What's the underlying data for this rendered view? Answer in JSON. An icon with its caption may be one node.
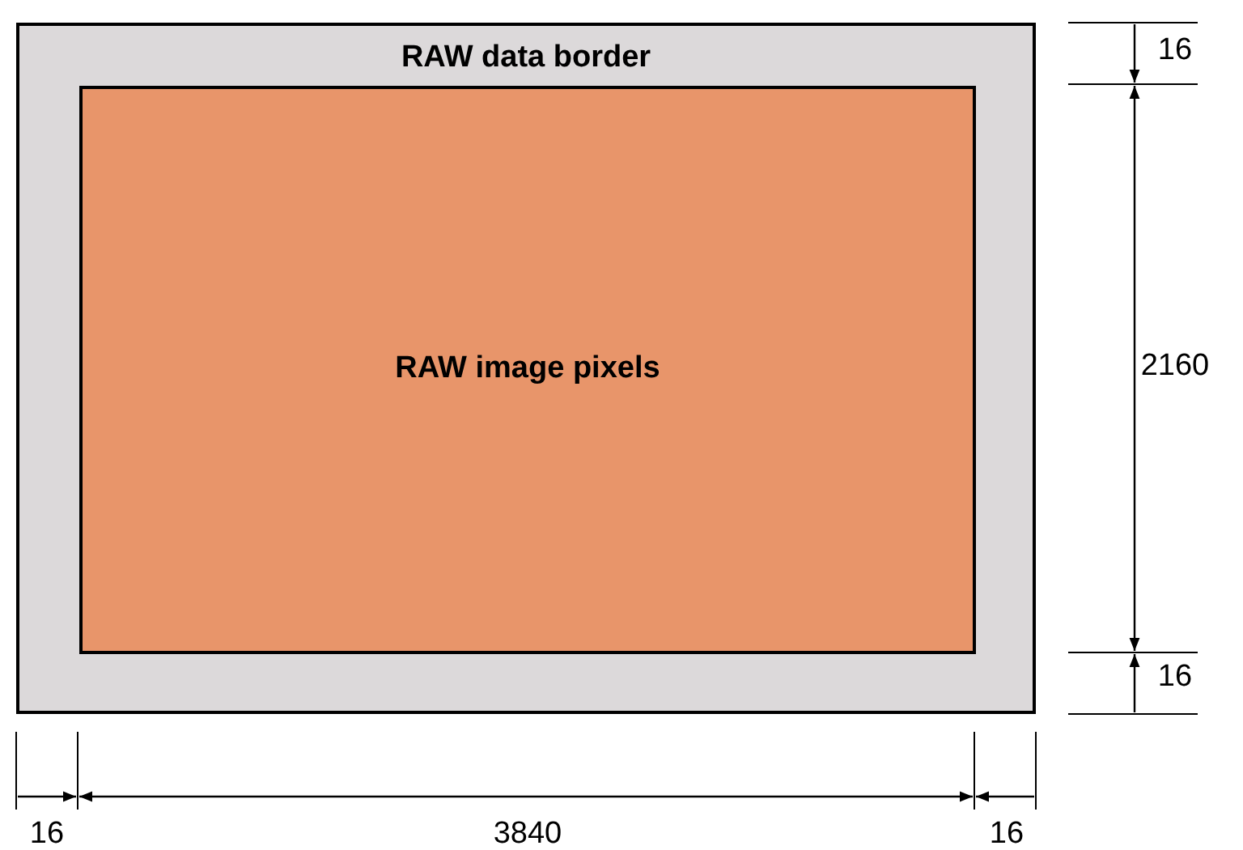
{
  "diagram": {
    "nodes": [
      {
        "text": [
          "RAW data border"
        ]
      },
      {
        "text": [
          "RAW image pixels"
        ],
        "in": 0
      }
    ],
    "labels": [
      "16",
      "2160",
      "16",
      "16",
      "3840",
      "16"
    ]
  }
}
